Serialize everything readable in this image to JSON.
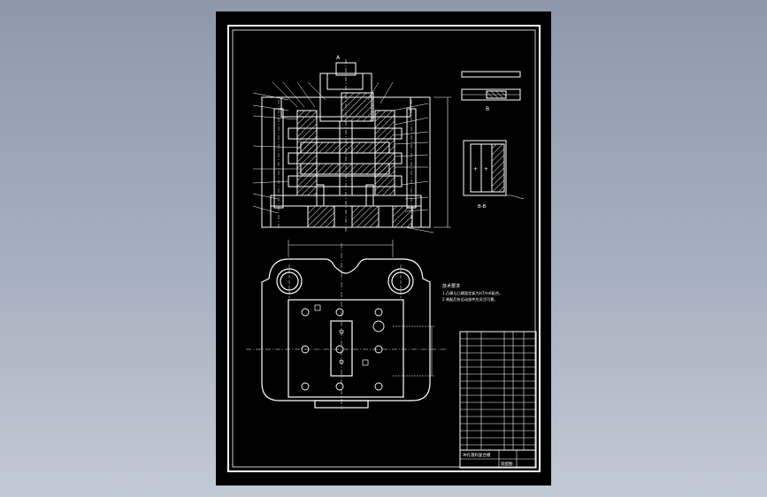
{
  "colors": {
    "viewport_top": "#8d99ab",
    "viewport_bottom": "#c3cad5",
    "sheet": "#000000",
    "line": "#ffffff",
    "hatch": "#bfbfbf"
  },
  "drawing": {
    "detail_label": "B",
    "section_label": "B-B",
    "top_callout": "A",
    "notes_heading": "技术要求",
    "notes_line_1": "1.凸模与凸模固定板为H7/m6配合。",
    "notes_line_2": "2.装配后各运动部件应灵活可靠。",
    "title_block_name": "冲孔落料复合模",
    "title_block_code": "装配图"
  }
}
